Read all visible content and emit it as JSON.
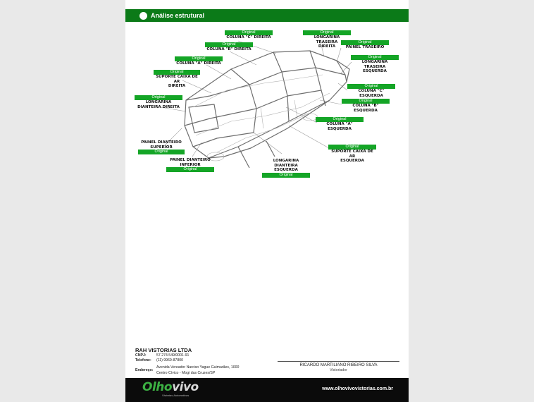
{
  "header": {
    "title": "Análise estrutural"
  },
  "callouts": [
    {
      "status": "Original",
      "label": [
        "COLUNA \"C\" DIREITA"
      ]
    },
    {
      "status": "Original",
      "label": [
        "COLUNA \"B\" DIREITA"
      ]
    },
    {
      "status": "Original",
      "label": [
        "COLUNA \"A\" DIREITA"
      ]
    },
    {
      "status": "Original",
      "label": [
        "SUPORTE CAIXA DE AR",
        "DIREITA"
      ]
    },
    {
      "status": "Original",
      "label": [
        "LONGARINA",
        "DIANTEIRA DIREITA"
      ]
    },
    {
      "status": "Original",
      "label": [
        "PAINEL DIANTEIRO",
        "SUPERIOR"
      ]
    },
    {
      "status": "Original",
      "label": [
        "PAINEL DIANTEIRO",
        "INFERIOR"
      ]
    },
    {
      "status": "Original",
      "label": [
        "LONGARINA DIANTEIRA",
        "ESQUERDA"
      ]
    },
    {
      "status": "Original",
      "label": [
        "LONGARINA TRASEIRA",
        "DIREITA"
      ]
    },
    {
      "status": "Original",
      "label": [
        "PAINEL TRASEIRO"
      ]
    },
    {
      "status": "Original",
      "label": [
        "LONGARINA TRASEIRA",
        "ESQUERDA"
      ]
    },
    {
      "status": "Original",
      "label": [
        "COLUNA \"C\" ESQUERDA"
      ]
    },
    {
      "status": "Original",
      "label": [
        "COLUNA \"B\" ESQUERDA"
      ]
    },
    {
      "status": "Original",
      "label": [
        "COLUNA \"A\" ESQUERDA"
      ]
    },
    {
      "status": "Original",
      "label": [
        "SUPORTE CAIXA DE AR",
        "ESQUERDA"
      ]
    }
  ],
  "company": {
    "name": "RAH VISTORIAS LTDA",
    "cnpj_label": "CNPJ:",
    "cnpj": "57.274.549/0001-91",
    "phone_label": "Telefone:",
    "phone": "(11) 9969-87800",
    "address_label": "Endereço:",
    "address_line1": "Avenida Vereador Narciso Yague Guimarães, 1000",
    "address_line2": "Centro Cívico - Mogi das Cruzes/SP"
  },
  "signature": {
    "name": "RICARDO MARTILIANO RIBEIRO SILVA",
    "role": "Vistoriador"
  },
  "footer": {
    "logo_part1": "Olho",
    "logo_part2": "vivo",
    "logo_tagline": "Vistorias Automotivas",
    "url": "www.olhovivovistorias.com.br"
  },
  "colors": {
    "header_green": "#0b7a18",
    "badge_green": "#14a526",
    "footer_black": "#0b0b0b"
  }
}
